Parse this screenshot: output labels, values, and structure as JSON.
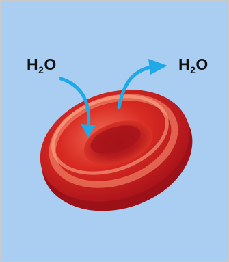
{
  "colors": {
    "background": "#a9cef2",
    "arrow": "#1fa9e6",
    "cell_dark": "#b3141b",
    "cell_mid": "#d82a22",
    "cell_light": "#f06a52",
    "cell_highlight": "#f8a986",
    "text": "#111111"
  },
  "labels": {
    "in": {
      "main": "H",
      "sub": "2",
      "end": "O"
    },
    "out": {
      "main": "H",
      "sub": "2",
      "end": "O"
    }
  },
  "icons": {
    "inflow": "arrow-in-icon",
    "outflow": "arrow-out-icon",
    "cell": "red-blood-cell-icon"
  }
}
